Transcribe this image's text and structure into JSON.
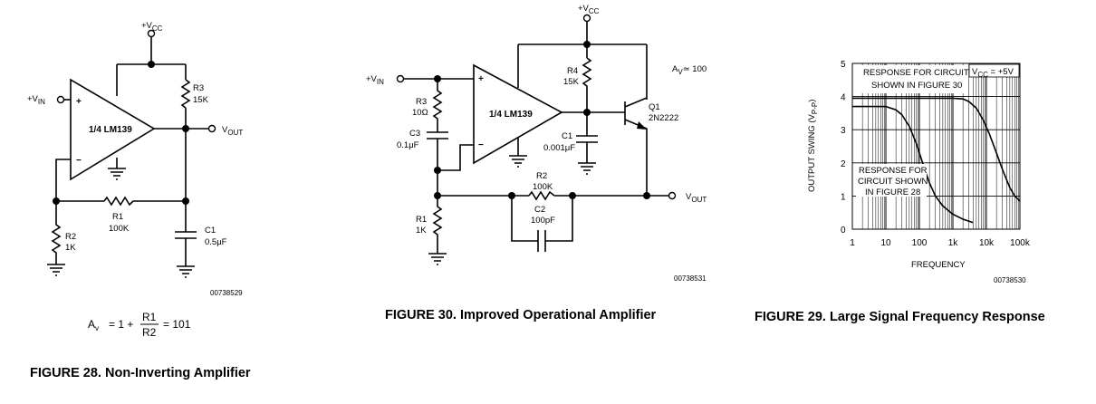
{
  "fig28": {
    "vcc": "+V",
    "vcc_sub": "CC",
    "vin": "+V",
    "vin_sub": "IN",
    "vout": "V",
    "vout_sub": "OUT",
    "opamp": "1/4 LM139",
    "plus": "+",
    "minus": "−",
    "r3_name": "R3",
    "r3_val": "15K",
    "r1_name": "R1",
    "r1_val": "100K",
    "r2_name": "R2",
    "r2_val": "1K",
    "c1_name": "C1",
    "c1_val": "0.5μF",
    "code": "00738529",
    "eq_lhs": "A",
    "eq_lhs_sub": "v",
    "eq_mid": "= 1 +",
    "eq_num": "R1",
    "eq_den": "R2",
    "eq_rhs": "= 101",
    "caption": "FIGURE 28. Non-Inverting Amplifier"
  },
  "fig30": {
    "vcc": "+V",
    "vcc_sub": "CC",
    "vin": "+V",
    "vin_sub": "IN",
    "vout": "V",
    "vout_sub": "OUT",
    "gain": "A",
    "gain_sub": "V",
    "gain_val": "≃ 100",
    "opamp": "1/4 LM139",
    "plus": "+",
    "minus": "−",
    "r3_name": "R3",
    "r3_val": "10Ω",
    "c3_name": "C3",
    "c3_val": "0.1μF",
    "r4_name": "R4",
    "r4_val": "15K",
    "c1_name": "C1",
    "c1_val": "0.001μF",
    "q1_name": "Q1",
    "q1_val": "2N2222",
    "r2_name": "R2",
    "r2_val": "100K",
    "c2_name": "C2",
    "c2_val": "100pF",
    "r1_name": "R1",
    "r1_val": "1K",
    "code": "00738531",
    "caption": "FIGURE 30. Improved Operational Amplifier"
  },
  "fig29": {
    "caption": "FIGURE 29. Large Signal Frequency Response",
    "code": "00738530",
    "legend": "V",
    "legend_sub": "CC",
    "legend_val": " = +5V",
    "ann_top_1": "RESPONSE FOR CIRCUIT",
    "ann_top_2": "SHOWN IN FIGURE 30",
    "ann_low_1": "RESPONSE FOR",
    "ann_low_2": "CIRCUIT SHOWN",
    "ann_low_3": "IN FIGURE 28"
  },
  "chart_data": {
    "type": "line",
    "title": "",
    "xlabel": "FREQUENCY",
    "ylabel": "OUTPUT SWING (V",
    "ylabel_sub": "P-P",
    "ylabel_end": ")",
    "x_scale": "log",
    "xlim": [
      1,
      100000
    ],
    "ylim": [
      0,
      5
    ],
    "x_ticks": [
      1,
      10,
      100,
      1000,
      10000,
      100000
    ],
    "x_tick_labels": [
      "1",
      "10",
      "100",
      "1k",
      "10k",
      "100k"
    ],
    "y_ticks": [
      0,
      1,
      2,
      3,
      4,
      5
    ],
    "y_tick_labels": [
      "0",
      "1",
      "2",
      "3",
      "4",
      "5"
    ],
    "grid": true,
    "series": [
      {
        "name": "RESPONSE FOR CIRCUIT SHOWN IN FIGURE 30",
        "x": [
          1,
          500,
          1000,
          2000,
          3000,
          5000,
          8000,
          12000,
          20000,
          30000,
          50000,
          70000,
          100000
        ],
        "y": [
          3.95,
          3.95,
          3.95,
          3.93,
          3.85,
          3.65,
          3.3,
          2.9,
          2.3,
          1.8,
          1.25,
          1.0,
          0.85
        ]
      },
      {
        "name": "RESPONSE FOR CIRCUIT SHOWN IN FIGURE 28",
        "x": [
          1,
          10,
          20,
          30,
          50,
          80,
          100,
          150,
          200,
          300,
          500,
          1000,
          2000,
          4000
        ],
        "y": [
          3.7,
          3.7,
          3.6,
          3.45,
          3.1,
          2.6,
          2.3,
          1.75,
          1.4,
          1.0,
          0.7,
          0.45,
          0.3,
          0.2
        ]
      }
    ]
  }
}
